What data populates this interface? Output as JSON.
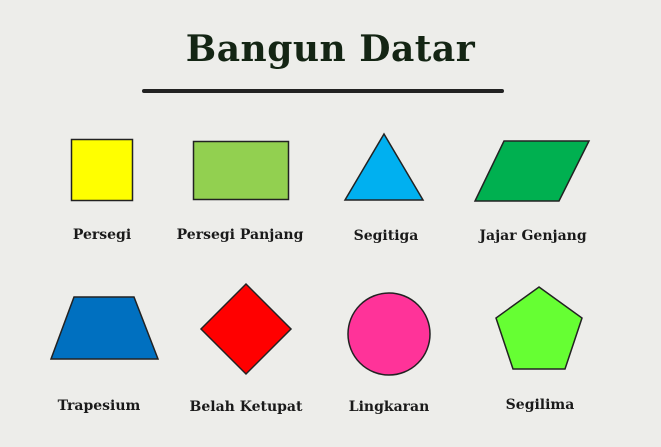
{
  "title": "Bangun Datar",
  "shapes": [
    {
      "label": "Persegi",
      "color": "#ffff00"
    },
    {
      "label": "Persegi Panjang",
      "color": "#92d050"
    },
    {
      "label": "Segitiga",
      "color": "#00b0f0"
    },
    {
      "label": "Jajar Genjang",
      "color": "#00b050"
    },
    {
      "label": "Trapesium",
      "color": "#0070c0"
    },
    {
      "label": "Belah Ketupat",
      "color": "#ff0000"
    },
    {
      "label": "Lingkaran",
      "color": "#ff3399"
    },
    {
      "label": "Segilima",
      "color": "#66ff33"
    }
  ]
}
